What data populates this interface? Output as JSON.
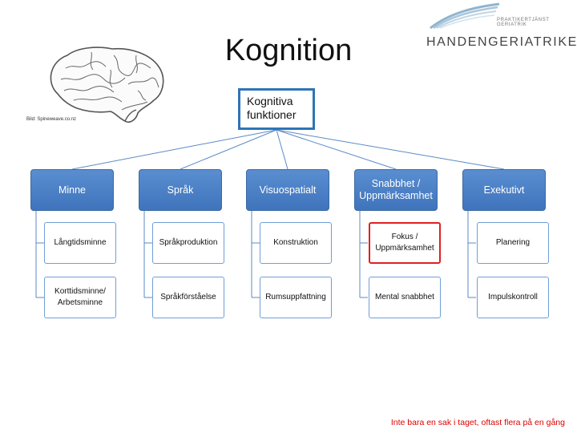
{
  "title": "Kognition",
  "logo": {
    "tagline": "PRAKTIKERTJÄNST GERIATRIK",
    "name": "HANDENGERIATRIKEN",
    "swoosh_color": "#8fb4cf"
  },
  "image_caption": "Bild: Spineweave.co.nz",
  "root": {
    "label": "Kognitiva funktioner",
    "border_color": "#2e75b6"
  },
  "categories": [
    {
      "label": "Minne",
      "children": [
        {
          "label": "Långtidsminne",
          "highlight": false
        },
        {
          "label": "Korttidsminne/ Arbetsminne",
          "highlight": false
        }
      ]
    },
    {
      "label": "Språk",
      "children": [
        {
          "label": "Språkproduktion",
          "highlight": false
        },
        {
          "label": "Språkförståelse",
          "highlight": false
        }
      ]
    },
    {
      "label": "Visuospatialt",
      "children": [
        {
          "label": "Konstruktion",
          "highlight": false
        },
        {
          "label": "Rumsuppfattning",
          "highlight": false
        }
      ]
    },
    {
      "label": "Snabbhet / Uppmärksamhet",
      "children": [
        {
          "label": "Fokus / Uppmärksamhet",
          "highlight": true
        },
        {
          "label": "Mental snabbhet",
          "highlight": false
        }
      ]
    },
    {
      "label": "Exekutivt",
      "children": [
        {
          "label": "Planering",
          "highlight": false
        },
        {
          "label": "Impulskontroll",
          "highlight": false
        }
      ]
    }
  ],
  "footer_note": "Inte bara en sak i taget, oftast flera på en gång",
  "colors": {
    "category_fill": "#4a80c6",
    "connector": "#5b8ac7",
    "highlight": "#e02020",
    "footer": "#e00000"
  }
}
